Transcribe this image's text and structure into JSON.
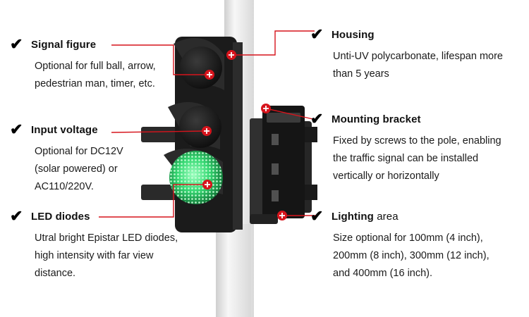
{
  "colors": {
    "accent": "#d6141c",
    "text": "#111111",
    "pole": "#e9e9e9",
    "housing": "#1c1c1c",
    "green_lens": "#2ed36a"
  },
  "icons": {
    "check": "checkmark-icon",
    "marker": "plus-circle-icon"
  },
  "callouts": {
    "signal_figure": {
      "title": "Signal figure",
      "lines": [
        "Optional for full ball, arrow,",
        "pedestrian man, timer, etc."
      ]
    },
    "input_voltage": {
      "title": "Input voltage",
      "lines": [
        "Optional for DC12V",
        "(solar powered) or",
        "AC110/220V."
      ]
    },
    "led_diodes": {
      "title": "LED diodes",
      "lines": [
        "Utral bright Epistar LED diodes,",
        "high intensity with far view",
        "distance."
      ]
    },
    "housing": {
      "title": "Housing",
      "lines": [
        "Unti-UV polycarbonate, lifespan more",
        "than 5 years"
      ]
    },
    "mounting_bracket": {
      "title": "Mounting bracket",
      "lines": [
        "Fixed by screws to the pole, enabling",
        "the traffic signal can be installed",
        "vertically or horizontally"
      ]
    },
    "lighting_area": {
      "title_bold": "Lighting",
      "title_rest": " area",
      "lines": [
        "Size optional for 100mm (4 inch),",
        "200mm (8 inch), 300mm (12 inch),",
        "and 400mm (16 inch)."
      ]
    }
  }
}
